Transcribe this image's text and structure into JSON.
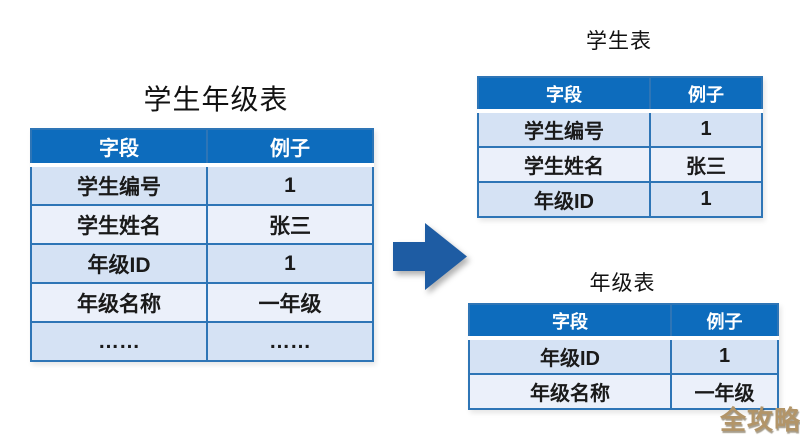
{
  "colors": {
    "header_blue": "#0D6CBD",
    "border_blue": "#2E75B6",
    "row_odd": "#D5E2F4",
    "row_even": "#EBF0FA",
    "arrow_blue": "#1E5CA3",
    "watermark_gold": "#B29569"
  },
  "source_table": {
    "title": "学生年级表",
    "columns": [
      "字段",
      "例子"
    ],
    "rows": [
      [
        "学生编号",
        "1"
      ],
      [
        "学生姓名",
        "张三"
      ],
      [
        "年级ID",
        "1"
      ],
      [
        "年级名称",
        "一年级"
      ],
      [
        "……",
        "……"
      ]
    ]
  },
  "arrow": {
    "direction": "right"
  },
  "student_table": {
    "title": "学生表",
    "columns": [
      "字段",
      "例子"
    ],
    "rows": [
      [
        "学生编号",
        "1"
      ],
      [
        "学生姓名",
        "张三"
      ],
      [
        "年级ID",
        "1"
      ]
    ]
  },
  "grade_table": {
    "title": "年级表",
    "columns": [
      "字段",
      "例子"
    ],
    "rows": [
      [
        "年级ID",
        "1"
      ],
      [
        "年级名称",
        "一年级"
      ]
    ]
  },
  "watermark": {
    "text": "全攻略"
  }
}
